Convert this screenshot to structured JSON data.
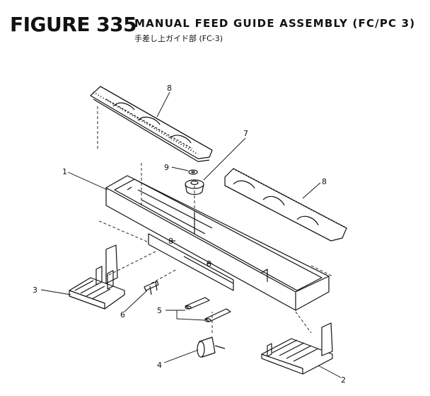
{
  "header": {
    "figure": "FIGURE 335",
    "title": "MANUAL FEED GUIDE ASSEMBLY (FC/PC 3)",
    "subtitle": "手差し上ガイド部 (FC-3)"
  },
  "callouts": {
    "c1": "1",
    "c2": "2",
    "c3": "3",
    "c4": "4",
    "c5": "5",
    "c6": "6",
    "c7": "7",
    "c8a": "8",
    "c8b": "8",
    "c9": "9",
    "ea": "8",
    "eb": "8"
  }
}
